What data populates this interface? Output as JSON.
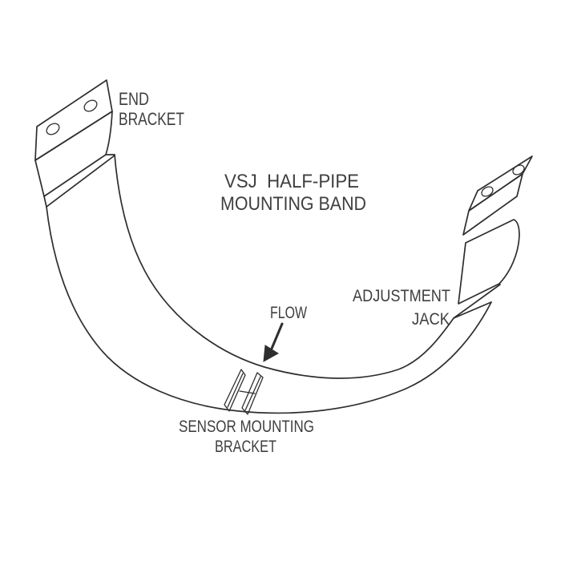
{
  "title": {
    "line1": "VSJ  HALF-PIPE",
    "line2": "MOUNTING BAND"
  },
  "labels": {
    "end_bracket": {
      "line1": "END",
      "line2": "BRACKET"
    },
    "adjustment_jack": {
      "line1": "ADJUSTMENT",
      "line2": "JACK"
    },
    "flow": "FLOW",
    "sensor_mounting_bracket": {
      "line1": "SENSOR MOUNTING",
      "line2": "BRACKET"
    }
  },
  "colors": {
    "background": "#ffffff",
    "line": "#2e2e2e",
    "text": "#3f3f3f"
  }
}
